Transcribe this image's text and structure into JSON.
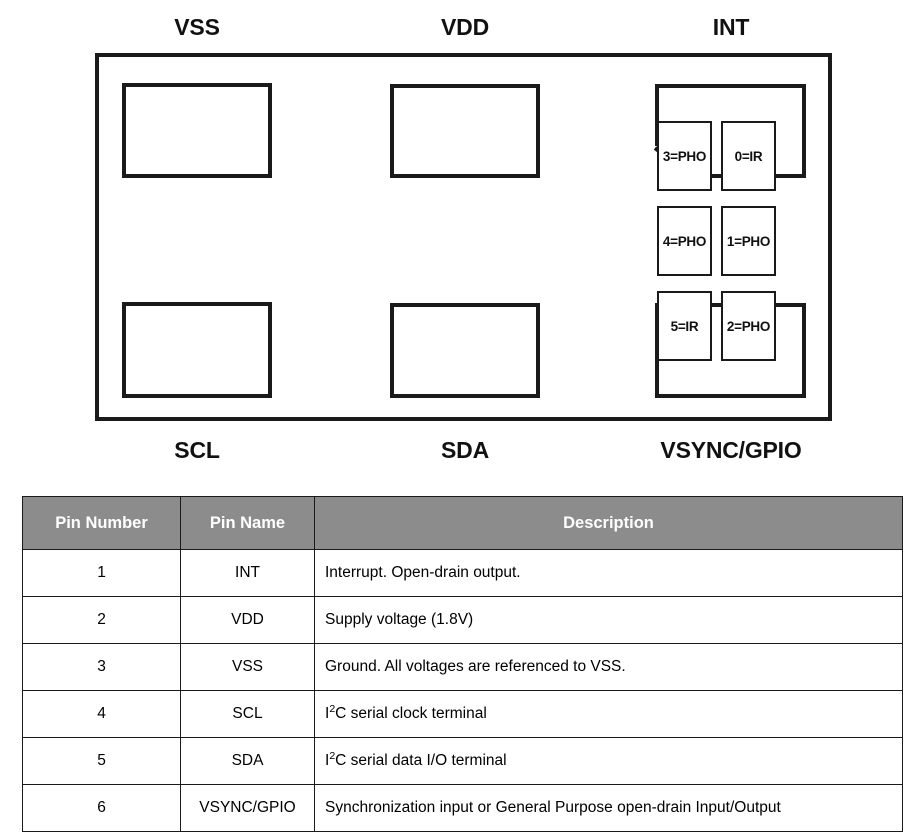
{
  "diagram": {
    "top_labels": [
      {
        "name": "VSS"
      },
      {
        "name": "VDD"
      },
      {
        "name": "INT"
      }
    ],
    "bottom_labels": [
      {
        "name": "SCL"
      },
      {
        "name": "SDA"
      },
      {
        "name": "VSYNC/GPIO"
      }
    ],
    "aperture_cells": [
      {
        "id": "cell-3",
        "label": "3=PHO"
      },
      {
        "id": "cell-0",
        "label": "0=IR"
      },
      {
        "id": "cell-4",
        "label": "4=PHO"
      },
      {
        "id": "cell-1",
        "label": "1=PHO"
      },
      {
        "id": "cell-5",
        "label": "5=IR"
      },
      {
        "id": "cell-2",
        "label": "2=PHO"
      }
    ]
  },
  "table": {
    "headers": {
      "pin_number": "Pin Number",
      "pin_name": "Pin Name",
      "description": "Description"
    },
    "header_bg": "#8c8c8c",
    "rows": [
      {
        "number": "1",
        "name": "INT",
        "desc_pre": "Interrupt. Open-drain output.",
        "desc_sup": "",
        "desc_post": ""
      },
      {
        "number": "2",
        "name": "VDD",
        "desc_pre": "Supply voltage (1.8V)",
        "desc_sup": "",
        "desc_post": ""
      },
      {
        "number": "3",
        "name": "VSS",
        "desc_pre": "Ground. All voltages are referenced to VSS.",
        "desc_sup": "",
        "desc_post": ""
      },
      {
        "number": "4",
        "name": "SCL",
        "desc_pre": "I",
        "desc_sup": "2",
        "desc_post": "C serial clock terminal"
      },
      {
        "number": "5",
        "name": "SDA",
        "desc_pre": "I",
        "desc_sup": "2",
        "desc_post": "C serial data I/O terminal"
      },
      {
        "number": "6",
        "name": "VSYNC/GPIO",
        "desc_pre": "Synchronization input or General Purpose open-drain Input/Output",
        "desc_sup": "",
        "desc_post": ""
      }
    ]
  }
}
